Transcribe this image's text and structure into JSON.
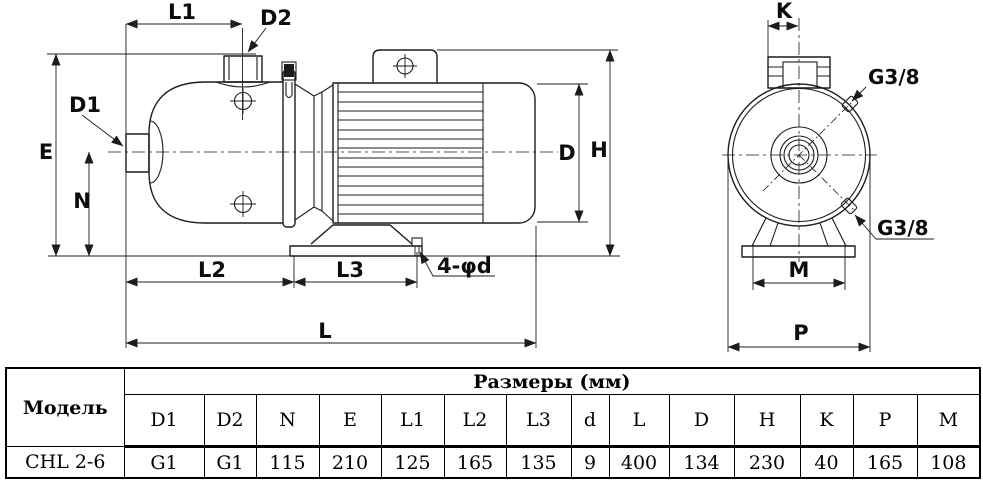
{
  "drawing": {
    "labels": {
      "L1": "L1",
      "D2": "D2",
      "D1": "D1",
      "E": "E",
      "N": "N",
      "L2": "L2",
      "L3": "L3",
      "foot_holes": "4-φd",
      "L": "L",
      "D": "D",
      "H": "H",
      "K": "K",
      "G38_top": "G3/8",
      "G38_bottom": "G3/8",
      "M": "M",
      "P": "P"
    }
  },
  "table": {
    "model_header": "Модель",
    "dims_header": "Размеры (мм)",
    "columns": [
      "D1",
      "D2",
      "N",
      "E",
      "L1",
      "L2",
      "L3",
      "d",
      "L",
      "D",
      "H",
      "K",
      "P",
      "M"
    ],
    "row": {
      "model": "CHL 2-6",
      "values": [
        "G1",
        "G1",
        "115",
        "210",
        "125",
        "165",
        "135",
        "9",
        "400",
        "134",
        "230",
        "40",
        "165",
        "108"
      ]
    }
  }
}
